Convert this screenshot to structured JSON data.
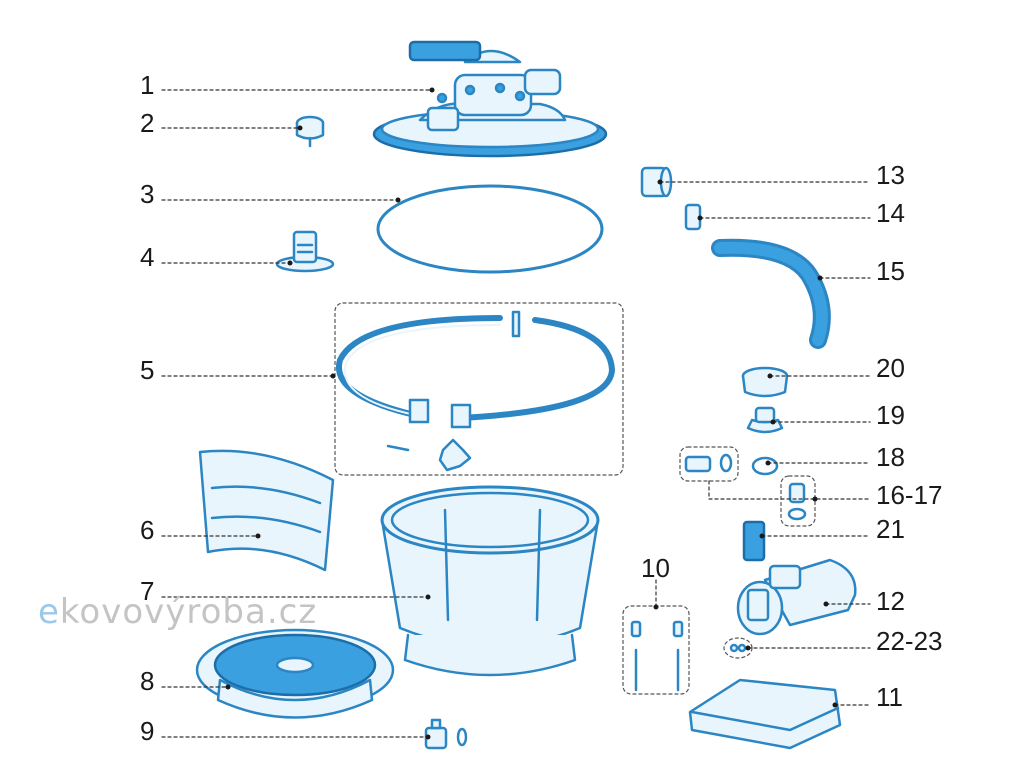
{
  "diagram": {
    "colors": {
      "outline": "#2b86c3",
      "fill": "#e9f5fc",
      "accent": "#3aa0e0",
      "leader": "#333333"
    },
    "parts": [
      {
        "id": "1",
        "label": "1"
      },
      {
        "id": "2",
        "label": "2"
      },
      {
        "id": "3",
        "label": "3"
      },
      {
        "id": "4",
        "label": "4"
      },
      {
        "id": "5",
        "label": "5"
      },
      {
        "id": "6",
        "label": "6"
      },
      {
        "id": "7",
        "label": "7"
      },
      {
        "id": "8",
        "label": "8"
      },
      {
        "id": "9",
        "label": "9"
      },
      {
        "id": "10",
        "label": "10"
      },
      {
        "id": "11",
        "label": "11"
      },
      {
        "id": "12",
        "label": "12"
      },
      {
        "id": "13",
        "label": "13"
      },
      {
        "id": "14",
        "label": "14"
      },
      {
        "id": "15",
        "label": "15"
      },
      {
        "id": "16-17",
        "label": "16-17"
      },
      {
        "id": "18",
        "label": "18"
      },
      {
        "id": "19",
        "label": "19"
      },
      {
        "id": "20",
        "label": "20"
      },
      {
        "id": "21",
        "label": "21"
      },
      {
        "id": "22-23",
        "label": "22-23"
      }
    ]
  },
  "watermark": {
    "part1": "e",
    "part2": "kovovýroba.cz"
  }
}
